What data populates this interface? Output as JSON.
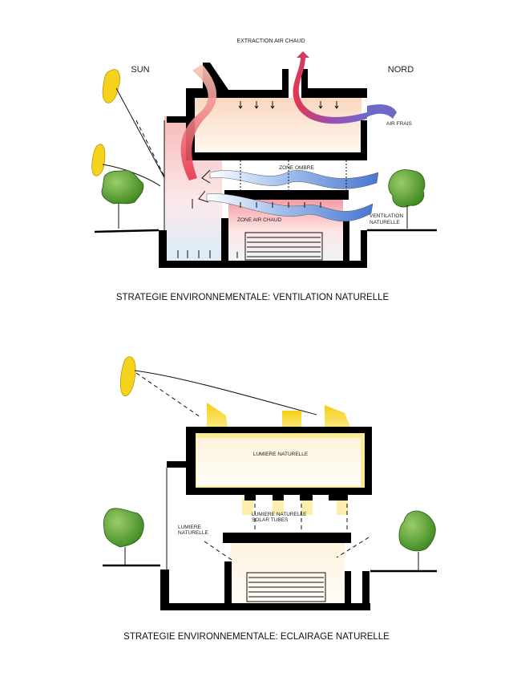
{
  "ventilation": {
    "top_label": "EXTRACTION AIR CHAUD",
    "sun_label": "SUN",
    "north_label": "NORD",
    "fresh_air_label": "AIR FRAIS",
    "shade_zone_label": "ZONE OMBRE",
    "hot_zone_label": "ZONE AIR CHAUD",
    "natural_ventilation_label_line1": "VENTILATION",
    "natural_ventilation_label_line2": "NATURELLE",
    "caption": "STRATEGIE ENVIRONNEMENTALE: VENTILATION NATURELLE"
  },
  "lighting": {
    "upper_room_label": "LUMIERE NATURELLE",
    "solar_tubes_label_line1": "LUMIERE NATURELLE",
    "solar_tubes_label_line2": "SOLAR TUBES",
    "side_label_line1": "LUMIERE",
    "side_label_line2": "NATURELLE",
    "caption": "STRATEGIE ENVIRONNEMENTALE: ECLAIRAGE NATURELLE"
  },
  "colors": {
    "warm_air": "#e8344a",
    "cool_air": "#5b86d6",
    "fresh_air": "#8a4fb0",
    "sunlight": "#f5d21c",
    "tree": "#4e9a2a",
    "walls": "#000000"
  }
}
